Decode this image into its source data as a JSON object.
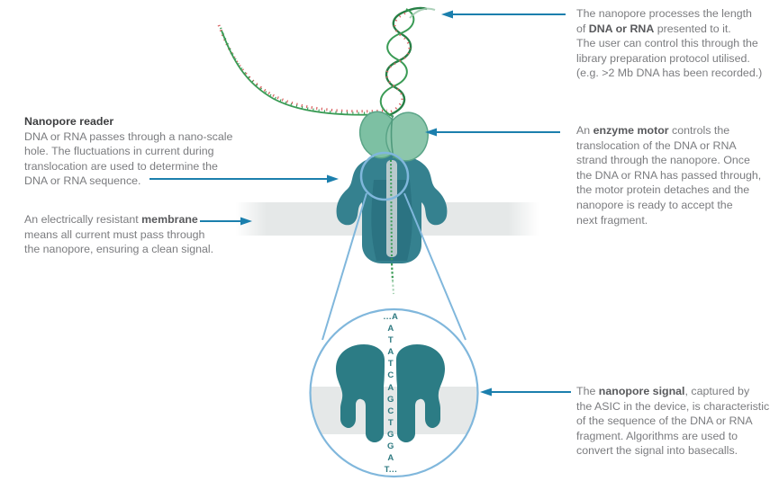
{
  "colors": {
    "arrow": "#1b7fad",
    "zoom_circle": "#80b7dc",
    "membrane_gray": "#e5e8e8",
    "pore_teal": "#35818f",
    "pore_teal_dark": "#256b7a",
    "pore_mag": "#2c7c85",
    "enzyme_green": "#7dc0a3",
    "enzyme_green2": "#8cc6ab",
    "enzyme_edge": "#5aa487",
    "strand_green": "#3a9b55",
    "helix_green": "#267f45",
    "tick_red": "#d85f5f",
    "sequence_teal": "#2f7a81",
    "text_body": "#7b7c7f",
    "text_bold": "#58595c",
    "heading": "#3d3e40"
  },
  "annotations": {
    "read_length": {
      "lines": [
        [
          {
            "t": "The nanopore processes the length"
          }
        ],
        [
          {
            "t": "of "
          },
          {
            "t": "DNA or RNA",
            "b": 1
          },
          {
            "t": " presented to it."
          }
        ],
        [
          {
            "t": "The user can control this through the"
          }
        ],
        [
          {
            "t": "library preparation protocol utilised."
          }
        ],
        [
          {
            "t": "(e.g. >2 Mb DNA has been recorded.)"
          }
        ]
      ]
    },
    "nanopore_reader": {
      "heading": "Nanopore reader",
      "lines": [
        [
          {
            "t": "DNA or RNA passes through a nano-scale"
          }
        ],
        [
          {
            "t": "hole. The fluctuations in current during"
          }
        ],
        [
          {
            "t": "translocation are used to determine the"
          }
        ],
        [
          {
            "t": "DNA or RNA sequence."
          }
        ]
      ]
    },
    "enzyme_motor": {
      "lines": [
        [
          {
            "t": "An "
          },
          {
            "t": "enzyme motor",
            "b": 1
          },
          {
            "t": " controls the"
          }
        ],
        [
          {
            "t": "translocation of the DNA or RNA"
          }
        ],
        [
          {
            "t": "strand through the nanopore. Once"
          }
        ],
        [
          {
            "t": "the DNA or RNA has passed through,"
          }
        ],
        [
          {
            "t": "the motor protein detaches and the"
          }
        ],
        [
          {
            "t": "nanopore is ready to accept the"
          }
        ],
        [
          {
            "t": "next fragment."
          }
        ]
      ]
    },
    "membrane": {
      "lines": [
        [
          {
            "t": "An electrically resistant "
          },
          {
            "t": "membrane",
            "b": 1
          }
        ],
        [
          {
            "t": "means all current must pass through"
          }
        ],
        [
          {
            "t": "the nanopore, ensuring a clean signal."
          }
        ]
      ]
    },
    "nanopore_signal": {
      "lines": [
        [
          {
            "t": "The "
          },
          {
            "t": "nanopore signal",
            "b": 1
          },
          {
            "t": ", captured by"
          }
        ],
        [
          {
            "t": "the ASIC in the device, is characteristic"
          }
        ],
        [
          {
            "t": "of the sequence of the DNA or RNA"
          }
        ],
        [
          {
            "t": "fragment. Algorithms are used to"
          }
        ],
        [
          {
            "t": "convert the signal into basecalls."
          }
        ]
      ]
    }
  },
  "sequence": {
    "letters": [
      "...A",
      "A",
      "T",
      "A",
      "T",
      "C",
      "A",
      "G",
      "C",
      "T",
      "G",
      "G",
      "A",
      "T..."
    ]
  }
}
